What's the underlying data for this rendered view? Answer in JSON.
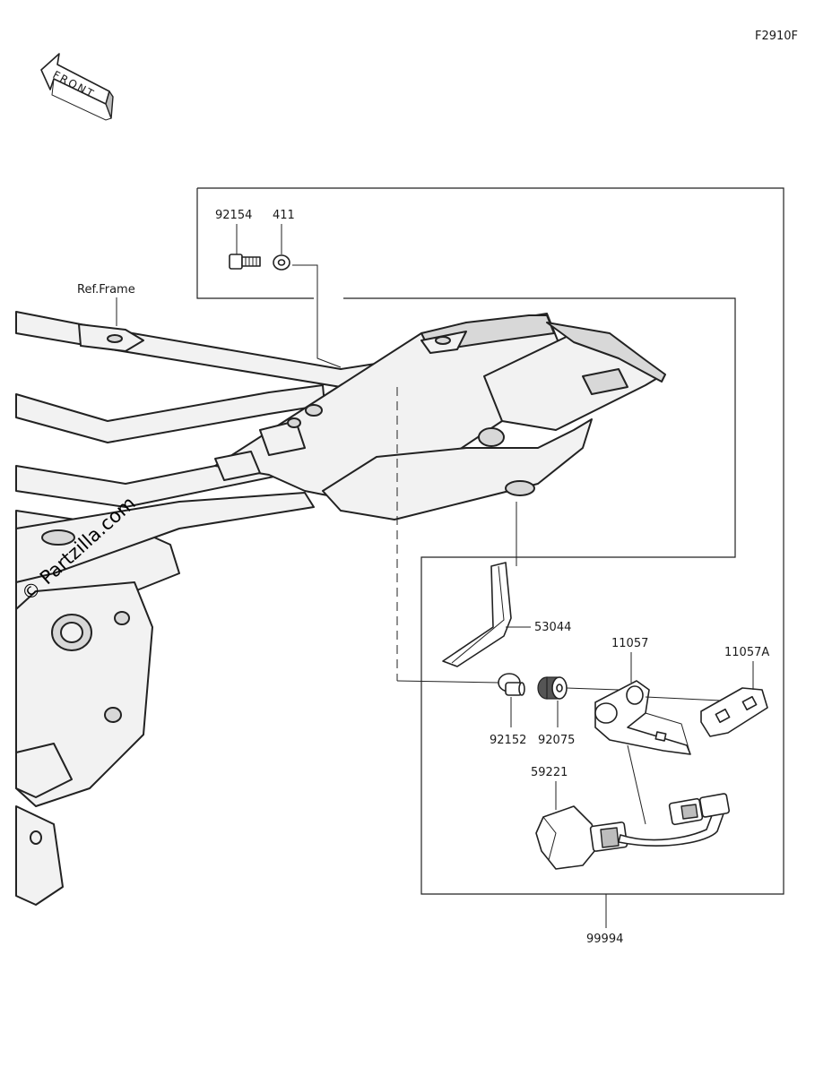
{
  "diagram_code": "F2910F",
  "front_label": "FRONT",
  "ref_label": "Ref.Frame",
  "watermark": "© Partzilla.com",
  "parts": {
    "p92154": "92154",
    "p411": "411",
    "p53044": "53044",
    "p11057": "11057",
    "p11057A": "11057A",
    "p92152": "92152",
    "p92075": "92075",
    "p59221": "59221",
    "p99994": "99994"
  }
}
